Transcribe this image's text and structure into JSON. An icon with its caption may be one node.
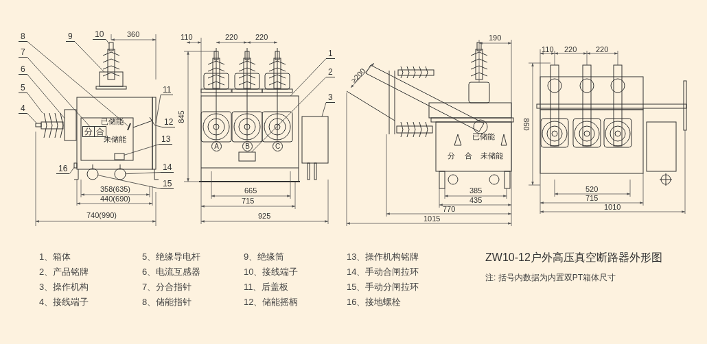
{
  "diagram": {
    "title": "ZW10-12户外高压真空断路器外形图",
    "caption": "注: 括号内数据为内置双PT箱体尺寸",
    "nodes": [
      {
        "text": [
          "8"
        ]
      },
      {
        "text": [
          "9"
        ]
      },
      {
        "text": [
          "10"
        ]
      },
      {
        "text": [
          "7"
        ]
      },
      {
        "text": [
          "6"
        ]
      },
      {
        "text": [
          "5"
        ]
      },
      {
        "text": [
          "4"
        ]
      },
      {
        "text": [
          "11"
        ]
      },
      {
        "text": [
          "12"
        ]
      },
      {
        "text": [
          "13"
        ]
      },
      {
        "text": [
          "16"
        ]
      },
      {
        "text": [
          "14"
        ]
      },
      {
        "text": [
          "15"
        ]
      },
      {
        "text": [
          "1"
        ]
      },
      {
        "text": [
          "2"
        ]
      },
      {
        "text": [
          "3"
        ]
      },
      {
        "text": [],
        "shape": "picture"
      },
      {
        "text": [],
        "shape": "box"
      },
      {
        "text": [],
        "shape": "box"
      },
      {
        "text": [
          "分",
          "合"
        ]
      },
      {
        "text": [],
        "shape": "box"
      },
      {
        "text": [],
        "shape": "picture"
      },
      {
        "text": [],
        "shape": "box"
      },
      {
        "text": [],
        "shape": "box"
      },
      {
        "text": [],
        "shape": "picture"
      },
      {
        "text": [],
        "shape": "box"
      },
      {
        "text": [],
        "shape": "box"
      },
      {
        "text": [],
        "shape": "circle"
      },
      {
        "text": [],
        "shape": "circle"
      },
      {
        "text": [],
        "shape": "box"
      },
      {
        "text": [],
        "shape": "box",
        "in": 29
      },
      {
        "text": [],
        "shape": "box"
      }
    ],
    "edges": [
      {
        "from": 0,
        "to": 16,
        "arrow": "none"
      },
      {
        "from": 1,
        "to": 17,
        "arrow": "none"
      },
      {
        "from": 2,
        "to": 18,
        "arrow": "none"
      },
      {
        "from": 3,
        "to": 19,
        "arrow": "none"
      },
      {
        "from": 4,
        "to": 20,
        "arrow": "none"
      },
      {
        "from": 5,
        "to": 21,
        "arrow": "none"
      },
      {
        "from": 6,
        "to": 22,
        "arrow": "none"
      },
      {
        "from": 7,
        "to": 23,
        "arrow": "none"
      },
      {
        "from": 8,
        "to": 24,
        "arrow": "none"
      },
      {
        "from": 9,
        "to": 25,
        "arrow": "none"
      },
      {
        "from": 10,
        "to": 26,
        "arrow": "none"
      },
      {
        "from": 11,
        "to": 28,
        "arrow": "none"
      },
      {
        "from": 12,
        "to": 27,
        "arrow": "none"
      },
      {
        "from": 13,
        "to": 29,
        "arrow": "none"
      },
      {
        "from": 14,
        "to": 30,
        "arrow": "none"
      },
      {
        "from": 15,
        "to": 31,
        "arrow": "none"
      }
    ],
    "labels": [
      "360",
      "已储能",
      "未储能",
      "358(635)",
      "440(690)",
      "740(990)",
      "110",
      "220",
      "220",
      "845",
      "A",
      "B",
      "C",
      "665",
      "715",
      "925",
      "190",
      "≥200",
      "已储能",
      "分",
      "合",
      "未储能",
      "385",
      "435",
      "770",
      "1015",
      "110",
      "220",
      "220",
      "860",
      "520",
      "715",
      "1010",
      "1、箱体",
      "5、绝缘导电杆",
      "9、绝缘筒",
      "13、操作机构铭牌",
      "2、产品铭牌",
      "6、电流互感器",
      "10、接线端子",
      "14、手动合闸拉环",
      "3、操作机构",
      "7、分合指针",
      "11、后盖板",
      "15、手动分闸拉环",
      "4、接线端子",
      "8、储能指针",
      "12、储能摇柄",
      "16、接地螺栓"
    ]
  }
}
